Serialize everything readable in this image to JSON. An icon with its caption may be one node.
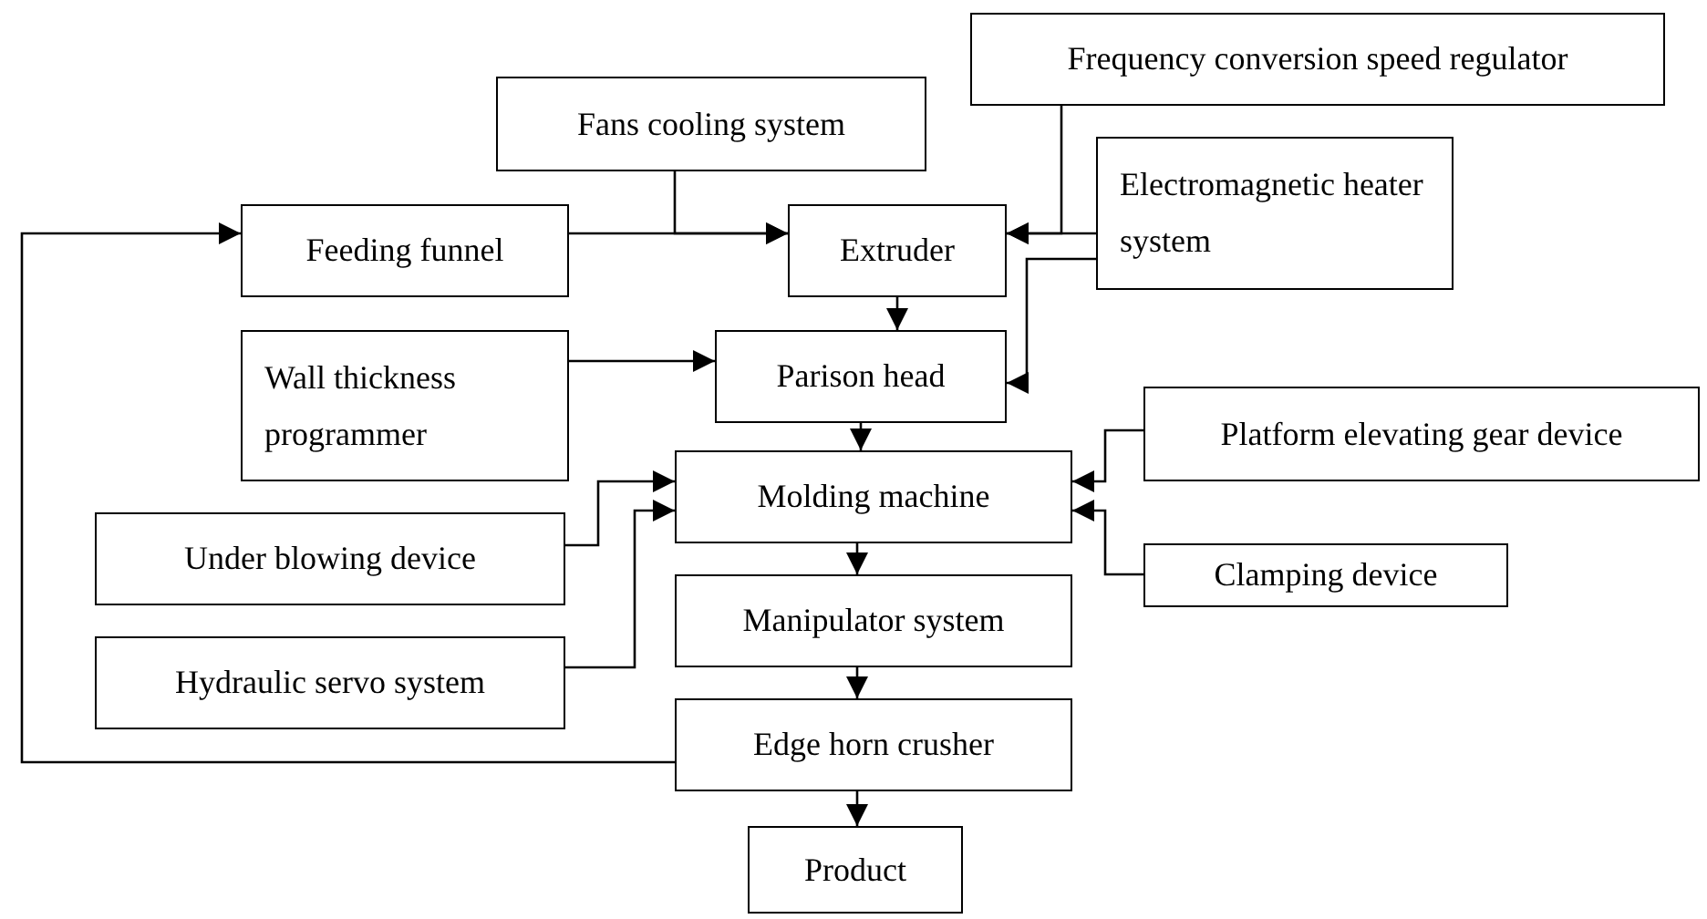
{
  "diagram": {
    "nodes": [
      {
        "text": [
          "Fans cooling system"
        ]
      },
      {
        "text": [
          "Frequency conversion speed regulator"
        ]
      },
      {
        "text": [
          "Feeding funnel"
        ]
      },
      {
        "text": [
          "Extruder"
        ]
      },
      {
        "text": [
          "Electromagnetic heater system"
        ]
      },
      {
        "text": [
          "Wall thickness programmer"
        ]
      },
      {
        "text": [
          "Parison head"
        ]
      },
      {
        "text": [
          "Platform elevating gear device"
        ]
      },
      {
        "text": [
          "Molding machine"
        ]
      },
      {
        "text": [
          "Under blowing device"
        ]
      },
      {
        "text": [
          "Clamping device"
        ]
      },
      {
        "text": [
          "Manipulator system"
        ]
      },
      {
        "text": [
          "Hydraulic servo system"
        ]
      },
      {
        "text": [
          "Edge horn crusher"
        ]
      },
      {
        "text": [
          "Product"
        ]
      }
    ],
    "edges": [
      {
        "from": 0,
        "to": 3,
        "arrow": "to"
      },
      {
        "from": 2,
        "to": 3,
        "arrow": "to"
      },
      {
        "from": 1,
        "to": 3,
        "arrow": "to"
      },
      {
        "from": 4,
        "to": 3,
        "arrow": "to"
      },
      {
        "from": 4,
        "to": 6,
        "arrow": "to"
      },
      {
        "from": 3,
        "to": 6,
        "arrow": "to"
      },
      {
        "from": 5,
        "to": 6,
        "arrow": "to"
      },
      {
        "from": 6,
        "to": 8,
        "arrow": "to"
      },
      {
        "from": 9,
        "to": 8,
        "arrow": "to"
      },
      {
        "from": 12,
        "to": 8,
        "arrow": "to"
      },
      {
        "from": 7,
        "to": 8,
        "arrow": "to"
      },
      {
        "from": 10,
        "to": 8,
        "arrow": "to"
      },
      {
        "from": 8,
        "to": 11,
        "arrow": "to"
      },
      {
        "from": 11,
        "to": 13,
        "arrow": "to"
      },
      {
        "from": 13,
        "to": 14,
        "arrow": "to"
      },
      {
        "from": 13,
        "to": 2,
        "arrow": "to"
      }
    ]
  }
}
